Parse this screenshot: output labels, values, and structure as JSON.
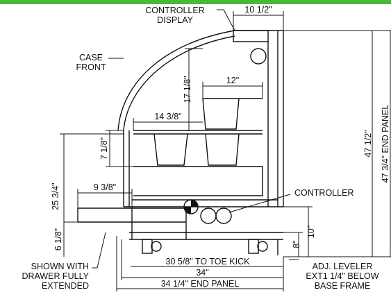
{
  "colors": {
    "accent_bar": "#4cb73a",
    "line": "#111111"
  },
  "callouts": {
    "controller_display": [
      "CONTROLLER",
      "DISPLAY"
    ],
    "case_front": [
      "CASE",
      "FRONT"
    ],
    "controller": "CONTROLLER",
    "drawer_note": [
      "SHOWN WITH",
      "DRAWER FULLY",
      "EXTENDED"
    ],
    "leveler_note": [
      "ADJ. LEVELER",
      "EXT1 1/4\" BELOW",
      "BASE FRAME"
    ]
  },
  "dimensions": {
    "top_width": "10 1/2\"",
    "shelf_depth": "12\"",
    "upper_height": "17 1/8\"",
    "lower_shelf_depth": "14 3/8\"",
    "front_height": "7 1/8\"",
    "drawer_depth": "9 3/8\"",
    "counter_height": "25 3/4\"",
    "drawer_clearance": "6 1/8\"",
    "base_height": "10\"",
    "caster_height": "8\"",
    "overall_height": "47 1/2\"",
    "end_panel_height": "47 3/4\" END PANEL",
    "toe_kick_depth": "30 5/8\" TO TOE KICK",
    "overall_depth": "34\"",
    "end_panel_depth": "34 1/4\" END PANEL"
  }
}
